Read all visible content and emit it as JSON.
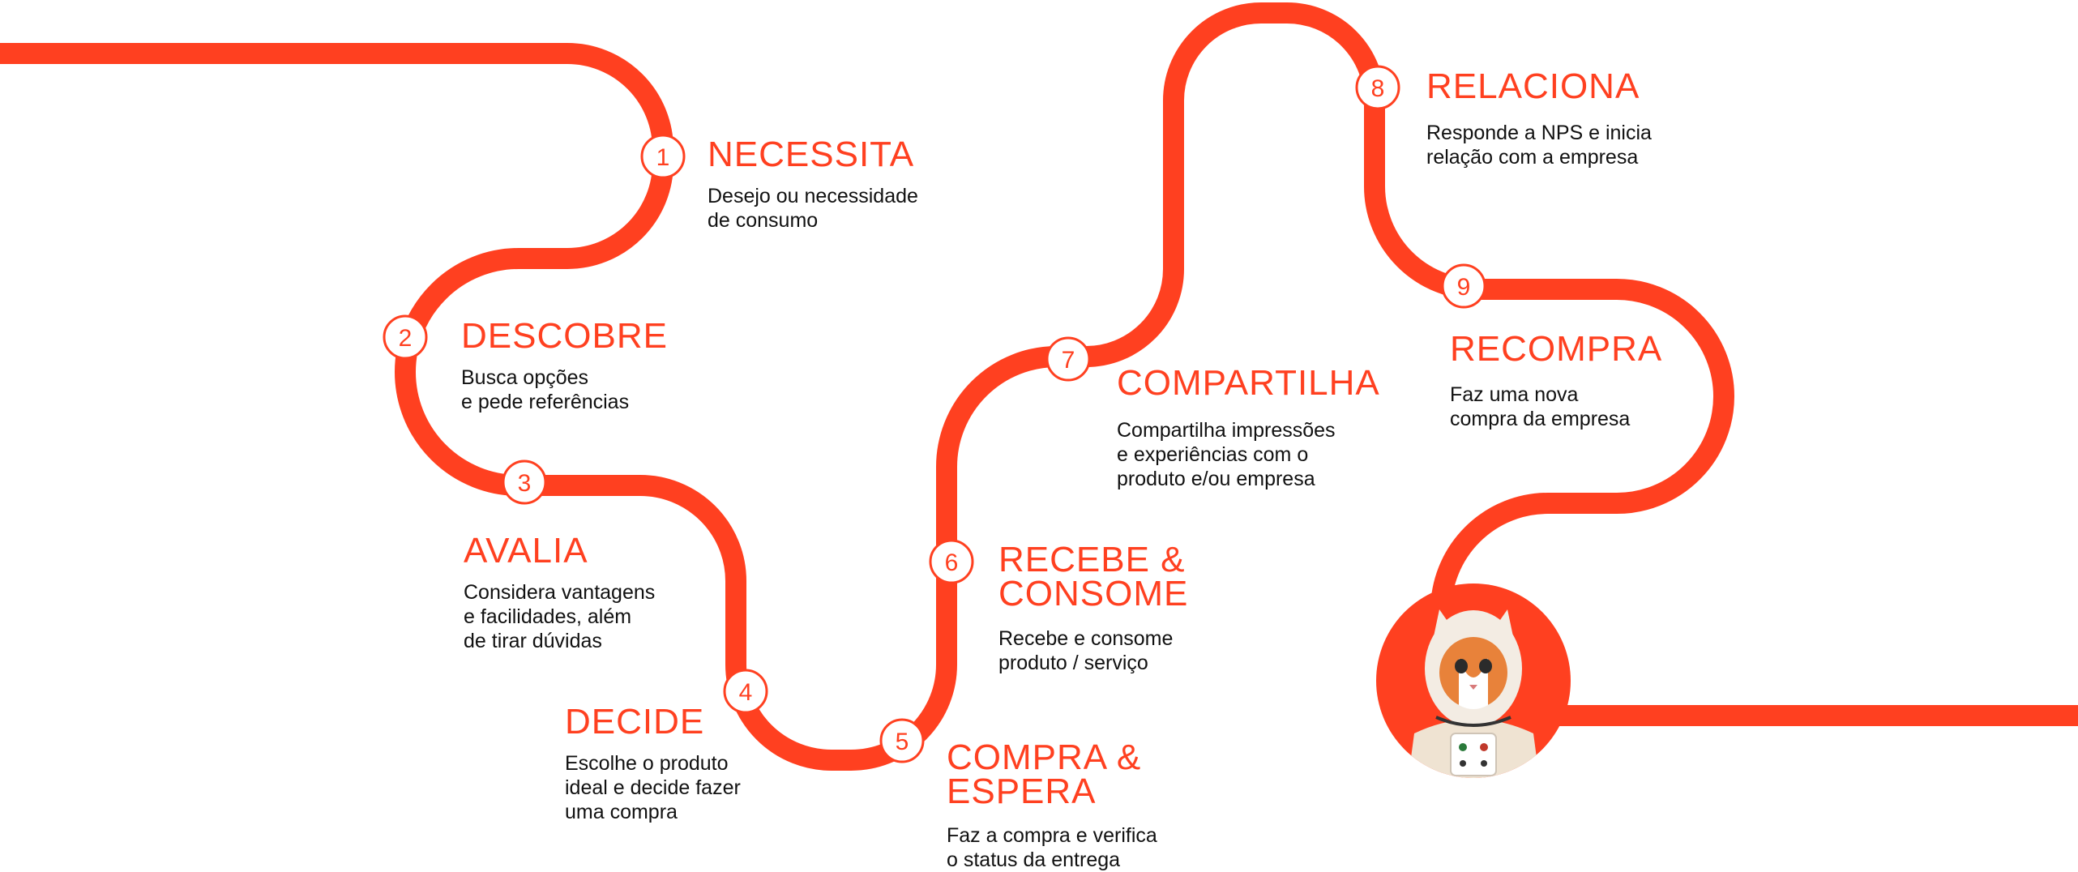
{
  "colors": {
    "accent": "#FF4020",
    "text": "#111111",
    "background": "#ffffff"
  },
  "mascot": {
    "icon": "astronaut-cat-icon"
  },
  "steps": [
    {
      "number": "1",
      "title": "NECESSITA",
      "description": "Desejo ou necessidade\nde consumo"
    },
    {
      "number": "2",
      "title": "DESCOBRE",
      "description": "Busca opções\ne pede referências"
    },
    {
      "number": "3",
      "title": "AVALIA",
      "description": "Considera vantagens\ne facilidades, além\nde tirar dúvidas"
    },
    {
      "number": "4",
      "title": "DECIDE",
      "description": "Escolhe o produto\nideal e decide fazer\numa compra"
    },
    {
      "number": "5",
      "title": "COMPRA &\nESPERA",
      "description": "Faz a compra e verifica\no status da entrega"
    },
    {
      "number": "6",
      "title": "RECEBE &\nCONSOME",
      "description": "Recebe e consome\nproduto / serviço"
    },
    {
      "number": "7",
      "title": "COMPARTILHA",
      "description": "Compartilha impressões\ne experiências com o\nproduto e/ou empresa"
    },
    {
      "number": "8",
      "title": "RELACIONA",
      "description": "Responde a NPS e inicia\nrelação com a empresa"
    },
    {
      "number": "9",
      "title": "RECOMPRA",
      "description": "Faz uma nova\ncompra da empresa"
    }
  ]
}
